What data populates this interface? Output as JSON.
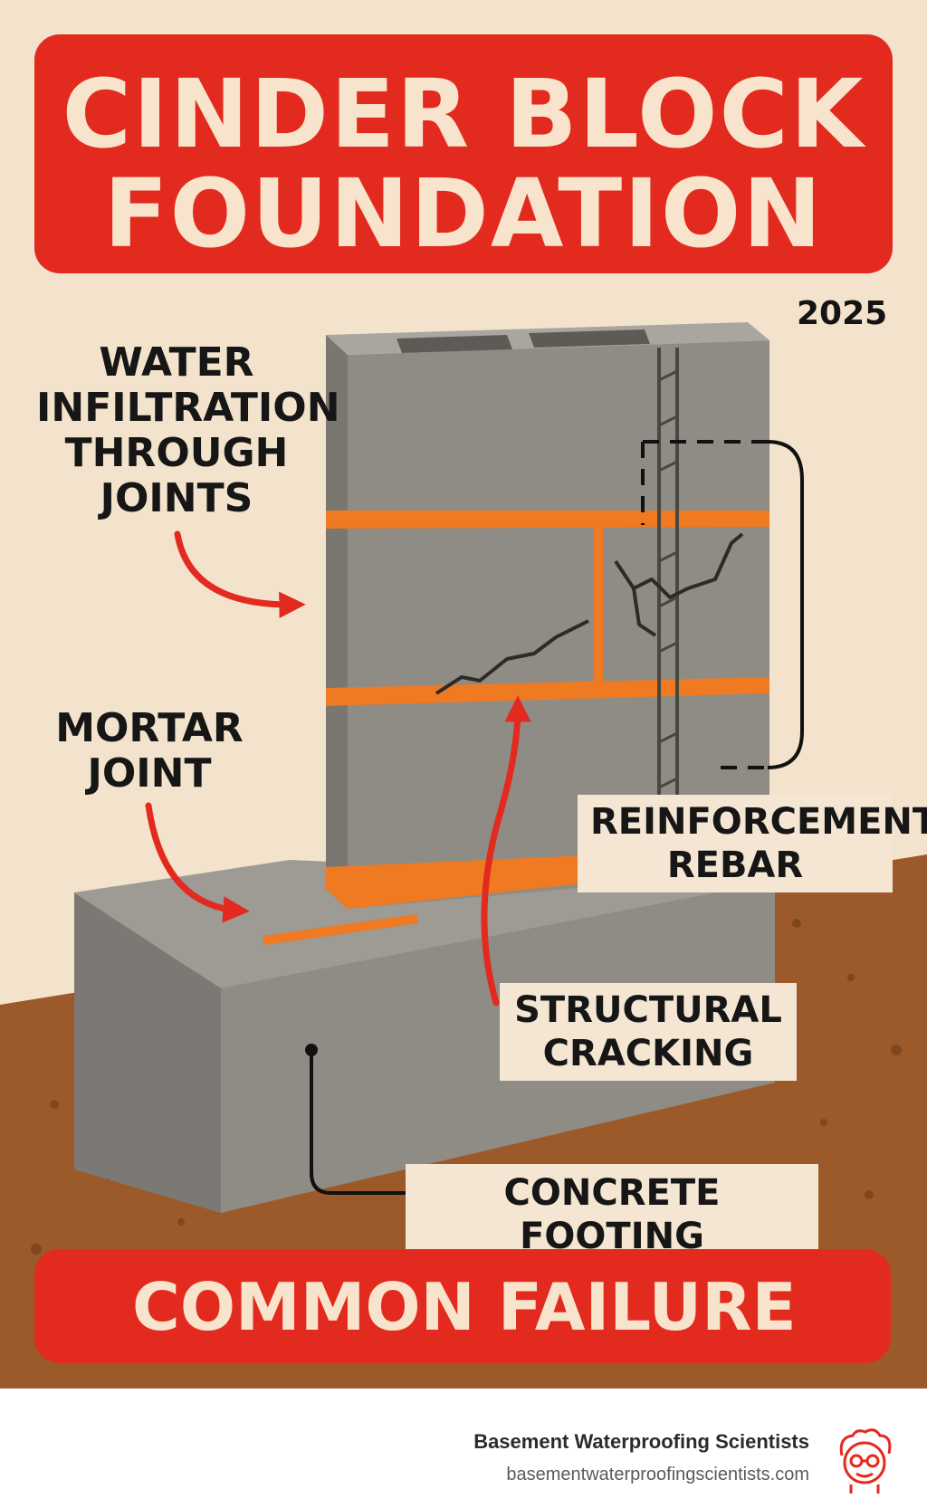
{
  "title": {
    "line1": "CINDER BLOCK",
    "line2": "FOUNDATION"
  },
  "year": "2025",
  "callouts": {
    "water_infiltration": [
      "WATER",
      "INFILTRATION",
      "THROUGH",
      "JOINTS"
    ],
    "mortar_joint": [
      "MORTAR",
      "JOINT"
    ],
    "reinforcement_rebar": [
      "REINFORCEMENT",
      "REBAR"
    ],
    "structural_cracking": [
      "STRUCTURAL",
      "CRACKING"
    ],
    "concrete_footing": "CONCRETE FOOTING"
  },
  "banner_bottom": "COMMON FAILURE",
  "footer": {
    "brand": "Basement Waterproofing Scientists",
    "url": "basementwaterproofingscientists.com"
  },
  "colors": {
    "accent_red": "#e32a1e",
    "mortar_orange": "#ef7a22",
    "block_gray": "#8f8b85",
    "soil_brown": "#9c5a2a",
    "background": "#f3e3cc"
  },
  "icons": {
    "arrows": "red-curved-arrow",
    "mascot": "scientist-mascot-icon"
  }
}
